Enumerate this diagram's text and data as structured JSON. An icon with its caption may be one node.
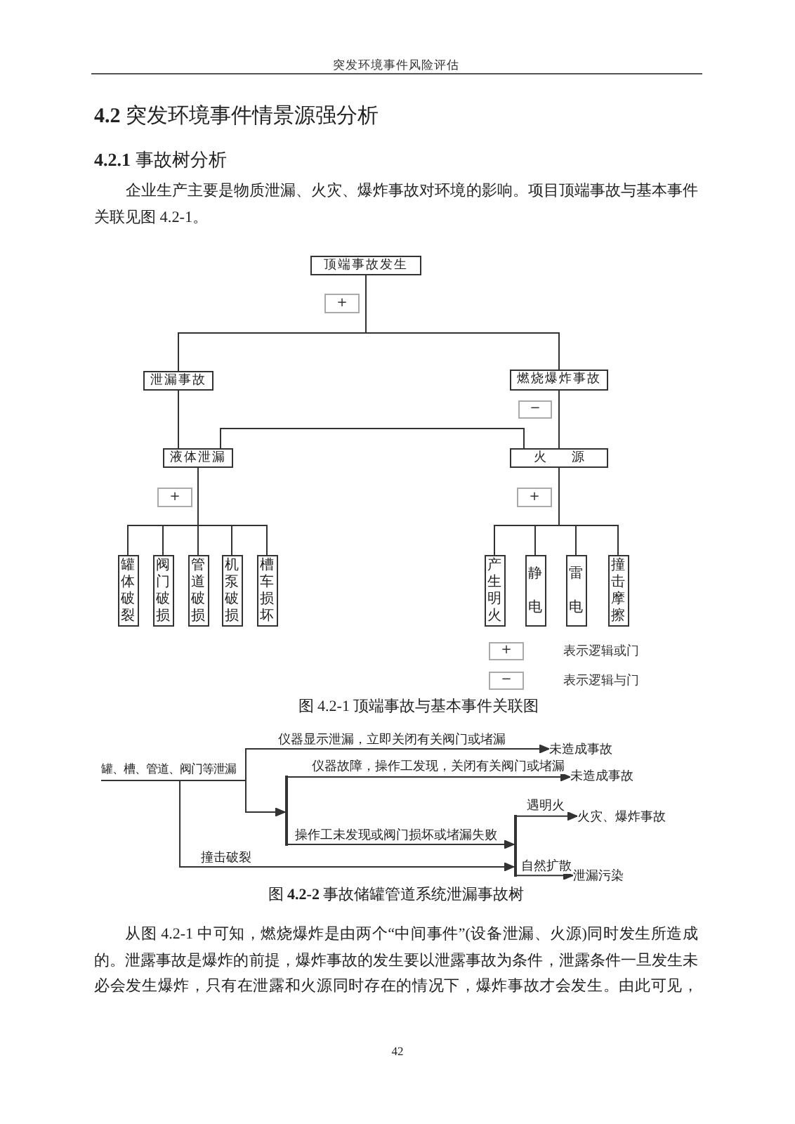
{
  "diagram": {
    "title": "**4.2** 突发环境事件情景源强分析",
    "nodes": [
      {
        "text": [
          "顶端事故发生"
        ]
      },
      {
        "text": [
          "+"
        ]
      },
      {
        "text": [
          "泄漏事故"
        ]
      },
      {
        "text": [
          "燃烧爆炸事故"
        ]
      },
      {
        "text": [
          "−"
        ]
      },
      {
        "text": [
          "液体泄漏"
        ]
      },
      {
        "text": [
          "火源"
        ]
      },
      {
        "text": [
          "+"
        ]
      },
      {
        "text": [
          "+"
        ]
      },
      {
        "text": [
          "罐体破裂"
        ]
      },
      {
        "text": [
          "阀门破损"
        ]
      },
      {
        "text": [
          "管道破损"
        ]
      },
      {
        "text": [
          "机泵破损"
        ]
      },
      {
        "text": [
          "槽车损坏"
        ]
      },
      {
        "text": [
          "产生明火"
        ]
      },
      {
        "text": [
          "静电"
        ]
      },
      {
        "text": [
          "雷电"
        ]
      },
      {
        "text": [
          "撞击摩擦"
        ]
      },
      {
        "text": [
          "+"
        ]
      },
      {
        "text": [
          "−"
        ]
      },
      {
        "text": [
          "罐、槽、管道、阀门等泄漏"
        ]
      },
      {
        "text": [
          "未造成事故"
        ]
      },
      {
        "text": [],
        "shape": "bar"
      },
      {
        "text": [
          "未造成事故"
        ]
      },
      {
        "text": [],
        "shape": "bar"
      },
      {
        "text": [
          "火灾、爆炸事故"
        ]
      },
      {
        "text": [
          "泄漏污染"
        ]
      }
    ],
    "edges": [
      {
        "from": 0,
        "to": 2,
        "arrow": "none"
      },
      {
        "from": 0,
        "to": 3,
        "arrow": "none"
      },
      {
        "from": 2,
        "to": 5,
        "arrow": "none"
      },
      {
        "from": 3,
        "to": 6,
        "arrow": "none"
      },
      {
        "from": 5,
        "to": 6,
        "arrow": "none"
      },
      {
        "from": 5,
        "to": 9,
        "arrow": "none"
      },
      {
        "from": 5,
        "to": 10,
        "arrow": "none"
      },
      {
        "from": 5,
        "to": 11,
        "arrow": "none"
      },
      {
        "from": 5,
        "to": 12,
        "arrow": "none"
      },
      {
        "from": 5,
        "to": 13,
        "arrow": "none"
      },
      {
        "from": 6,
        "to": 14,
        "arrow": "none"
      },
      {
        "from": 6,
        "to": 15,
        "arrow": "none"
      },
      {
        "from": 6,
        "to": 16,
        "arrow": "none"
      },
      {
        "from": 6,
        "to": 17,
        "arrow": "none"
      },
      {
        "from": 20,
        "to": 21,
        "arrow": "to",
        "label": "仪器显示泄漏，立即关闭有关阀门或堵漏"
      },
      {
        "from": 20,
        "to": 22,
        "arrow": "to"
      },
      {
        "from": 22,
        "to": 23,
        "arrow": "to",
        "label": "仪器故障，操作工发现，关闭有关阀门或堵漏"
      },
      {
        "from": 22,
        "to": 24,
        "arrow": "to",
        "label": "操作工未发现或阀门损坏或堵漏失败"
      },
      {
        "from": 20,
        "to": 24,
        "arrow": "to",
        "label": "撞击破裂"
      },
      {
        "from": 24,
        "to": 25,
        "arrow": "to",
        "label": "遇明火"
      },
      {
        "from": 24,
        "to": 26,
        "arrow": "to",
        "label": "自然扩散"
      }
    ],
    "labels": [
      "突发环境事件风险评估",
      "**4.2.1** 事故树分析",
      "企业生产主要是物质泄漏、火灾、爆炸事故对环境的影响。项目顶端事故与基本事件关联见图 4.2-1。",
      "图 4.2-1 顶端事故与基本事件关联图",
      "图 **4.2-2** 事故储罐管道系统泄漏事故树",
      "从图 4.2-1 中可知，燃烧爆炸是由两个“中间事件”(设备泄漏、火源)同时发生所造成的。泄露事故是爆炸的前提，爆炸事故的发生要以泄露事故为条件，泄露条件一旦发生未必会发生爆炸，只有在泄露和火源同时存在的情况下，爆炸事故才会发生。由此可见，",
      "42"
    ],
    "legend": [
      {
        "text": "表示逻辑或门"
      },
      {
        "text": "表示逻辑与门"
      }
    ]
  }
}
